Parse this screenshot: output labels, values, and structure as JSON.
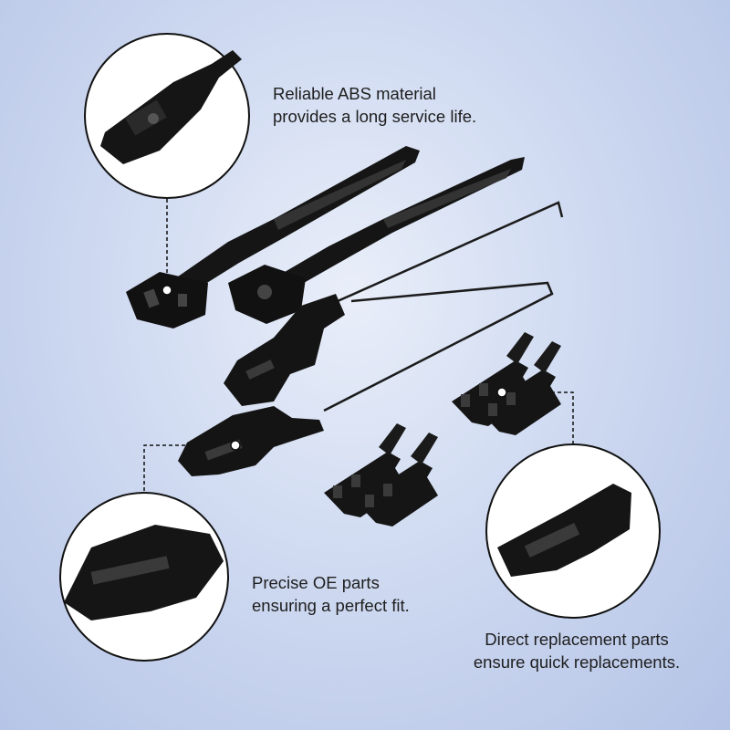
{
  "callouts": [
    {
      "line1": "Reliable ABS material",
      "line2": "provides a long service life."
    },
    {
      "line1": "Precise OE parts",
      "line2": "ensuring a perfect fit."
    },
    {
      "line1": "Direct replacement parts",
      "line2": "ensure quick replacements."
    }
  ],
  "colors": {
    "part": "#141414",
    "background": "#c9d5ef"
  },
  "icons": [
    "zoom-circle",
    "sunroof-track-part"
  ]
}
